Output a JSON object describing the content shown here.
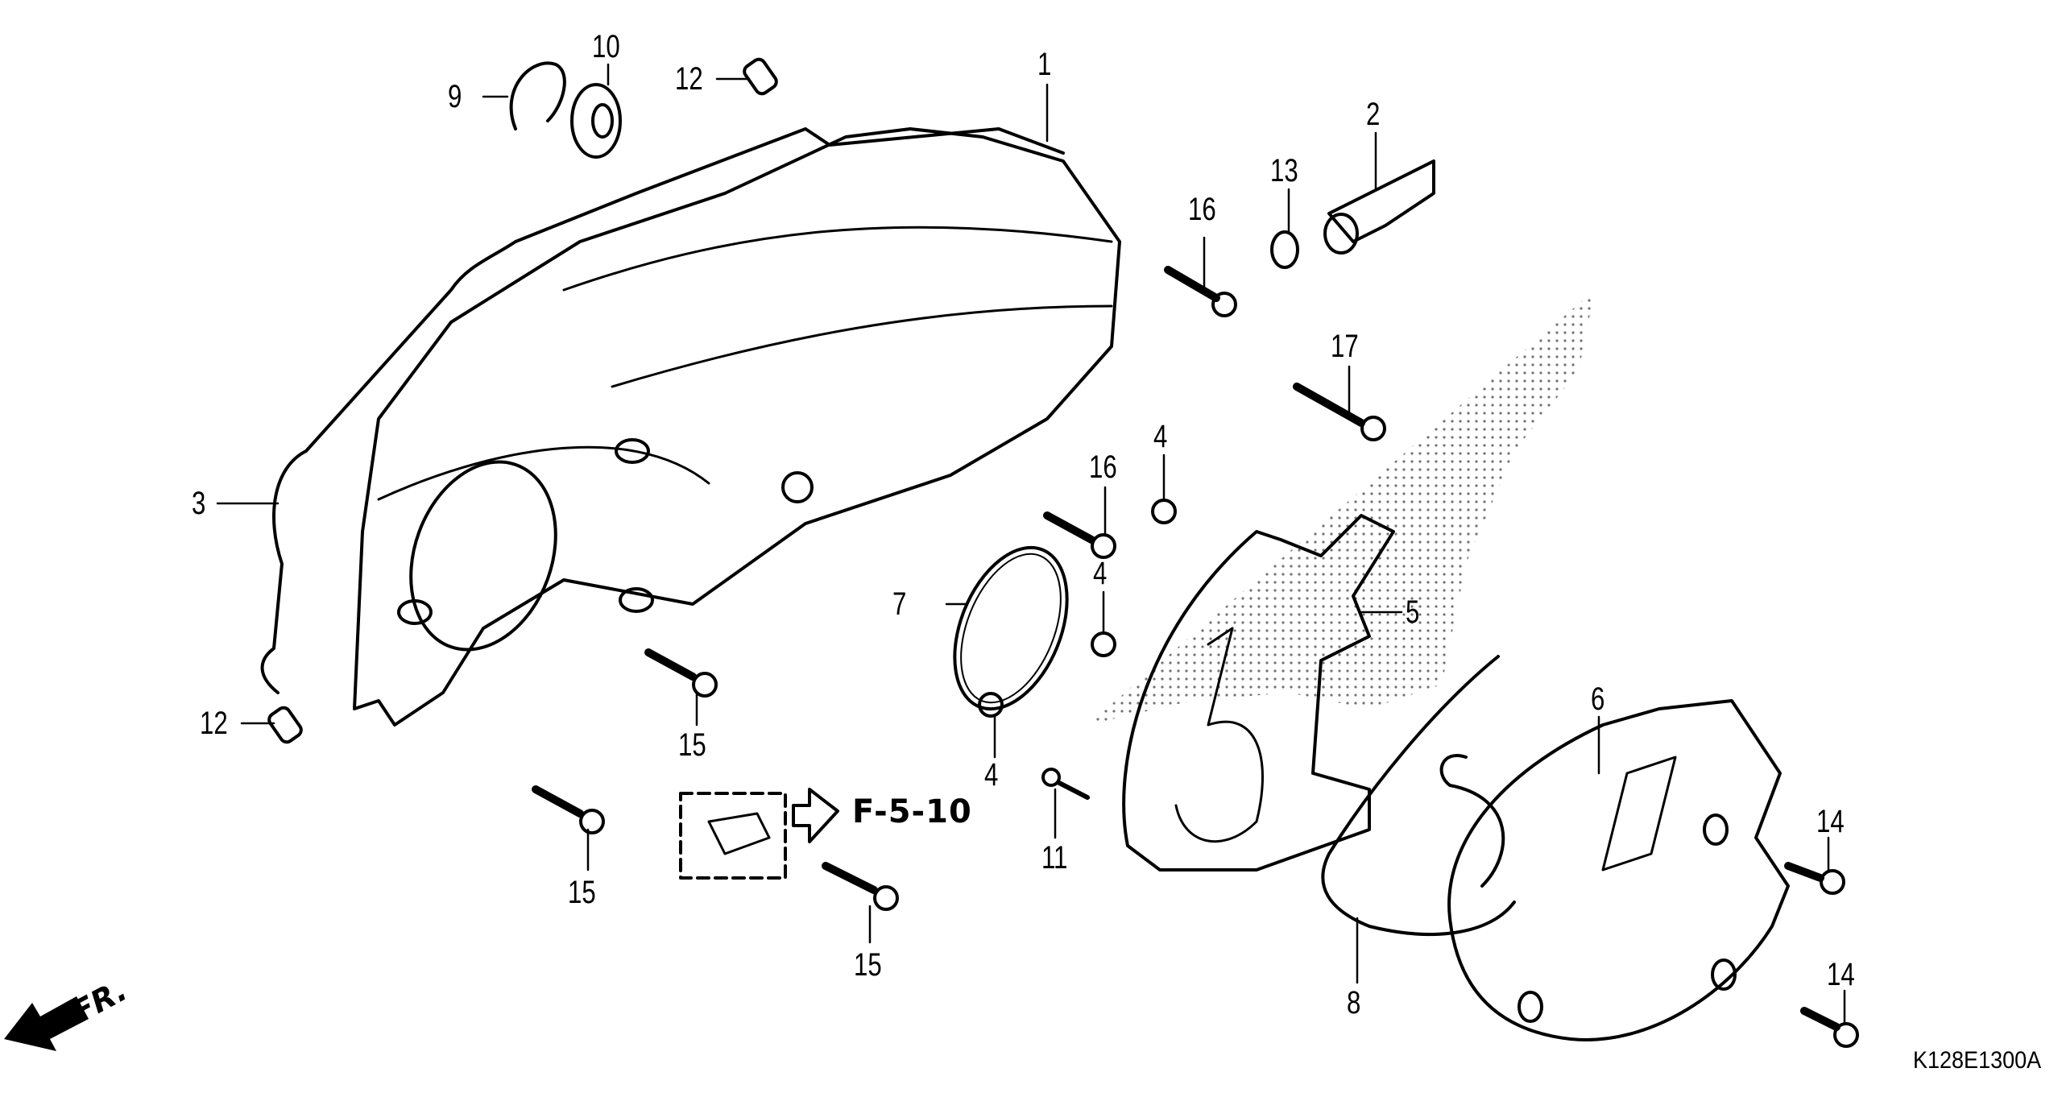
{
  "diagram": {
    "title": "Left Crankcase Cover exploded view",
    "figure_code": "K128E1300A",
    "cross_reference": "F-5-10",
    "direction_indicator": "FR.",
    "callouts": [
      {
        "id": "c1",
        "number": "1",
        "part": "left-crankcase-cover"
      },
      {
        "id": "c2",
        "number": "2",
        "part": "air-intake-duct"
      },
      {
        "id": "c3",
        "number": "3",
        "part": "cover-gasket"
      },
      {
        "id": "c4a",
        "number": "4",
        "part": "grommet-collar"
      },
      {
        "id": "c4b",
        "number": "4",
        "part": "grommet-collar"
      },
      {
        "id": "c4c",
        "number": "4",
        "part": "grommet-collar"
      },
      {
        "id": "c5",
        "number": "5",
        "part": "inner-cover-bracket"
      },
      {
        "id": "c6",
        "number": "6",
        "part": "outer-cover"
      },
      {
        "id": "c7",
        "number": "7",
        "part": "o-ring"
      },
      {
        "id": "c8",
        "number": "8",
        "part": "cover-seal"
      },
      {
        "id": "c9",
        "number": "9",
        "part": "snap-ring"
      },
      {
        "id": "c10",
        "number": "10",
        "part": "ball-bearing"
      },
      {
        "id": "c11",
        "number": "11",
        "part": "tapping-screw"
      },
      {
        "id": "c12a",
        "number": "12",
        "part": "dowel-pin"
      },
      {
        "id": "c12b",
        "number": "12",
        "part": "dowel-pin"
      },
      {
        "id": "c13",
        "number": "13",
        "part": "hose-clamp"
      },
      {
        "id": "c14a",
        "number": "14",
        "part": "flange-bolt"
      },
      {
        "id": "c14b",
        "number": "14",
        "part": "flange-bolt"
      },
      {
        "id": "c15a",
        "number": "15",
        "part": "flange-bolt"
      },
      {
        "id": "c15b",
        "number": "15",
        "part": "flange-bolt"
      },
      {
        "id": "c15c",
        "number": "15",
        "part": "flange-bolt"
      },
      {
        "id": "c16a",
        "number": "16",
        "part": "flange-bolt"
      },
      {
        "id": "c16b",
        "number": "16",
        "part": "flange-bolt"
      },
      {
        "id": "c17",
        "number": "17",
        "part": "flange-bolt"
      }
    ]
  }
}
